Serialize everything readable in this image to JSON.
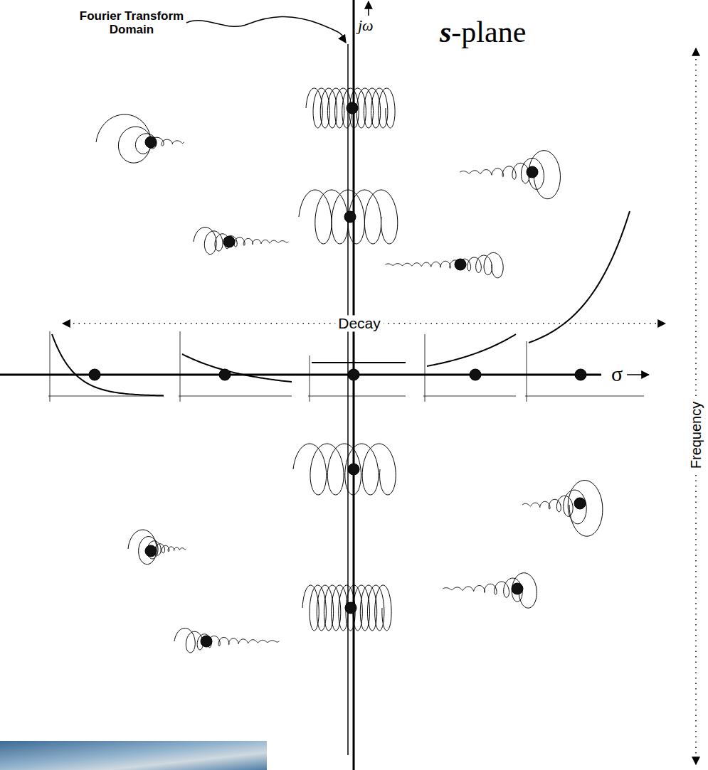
{
  "diagram": {
    "title": "s-plane",
    "labels": [
      "Fourier Transform Domain",
      "jω",
      "Decay",
      "σ",
      "Frequency"
    ]
  }
}
